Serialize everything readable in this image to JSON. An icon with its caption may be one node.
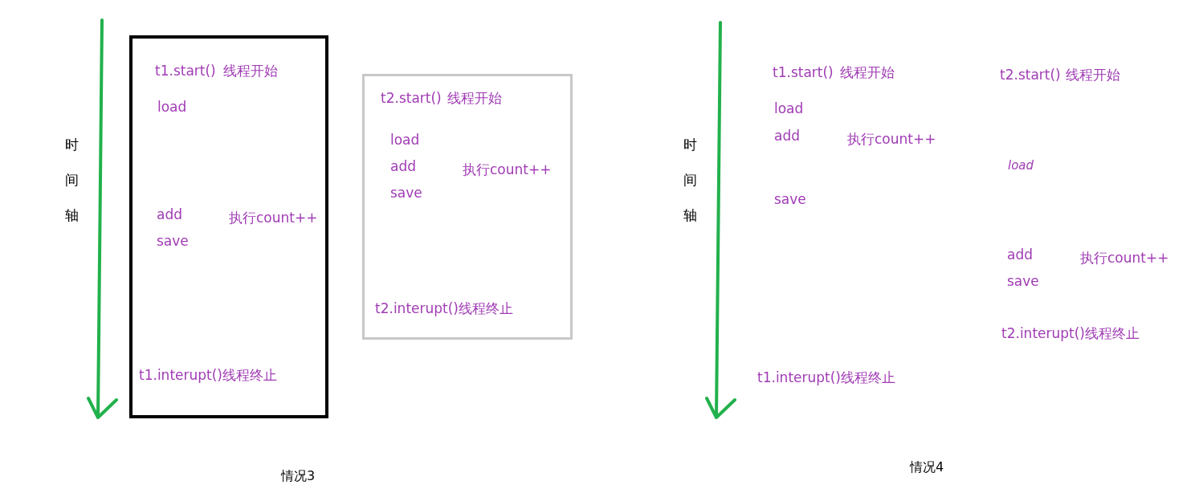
{
  "diagram": {
    "nodes": [
      {
        "text": [
          "t1.start()",
          "线程开始",
          "load",
          "add",
          "save",
          "执行count++",
          "t1.interupt()线程终止"
        ]
      },
      {
        "text": [
          "t2.start()",
          "线程开始",
          "load",
          "add",
          "save",
          "执行count++",
          "t2.interupt()线程终止"
        ]
      }
    ],
    "labels": [
      "时间轴",
      "情况3",
      "时间轴",
      "t1.start()",
      "线程开始",
      "t2.start()",
      "线程开始",
      "load",
      "add",
      "执行count++",
      "load",
      "save",
      "add",
      "执行count++",
      "save",
      "t2.interupt()线程终止",
      "t1.interupt()线程终止",
      "情况4"
    ]
  }
}
